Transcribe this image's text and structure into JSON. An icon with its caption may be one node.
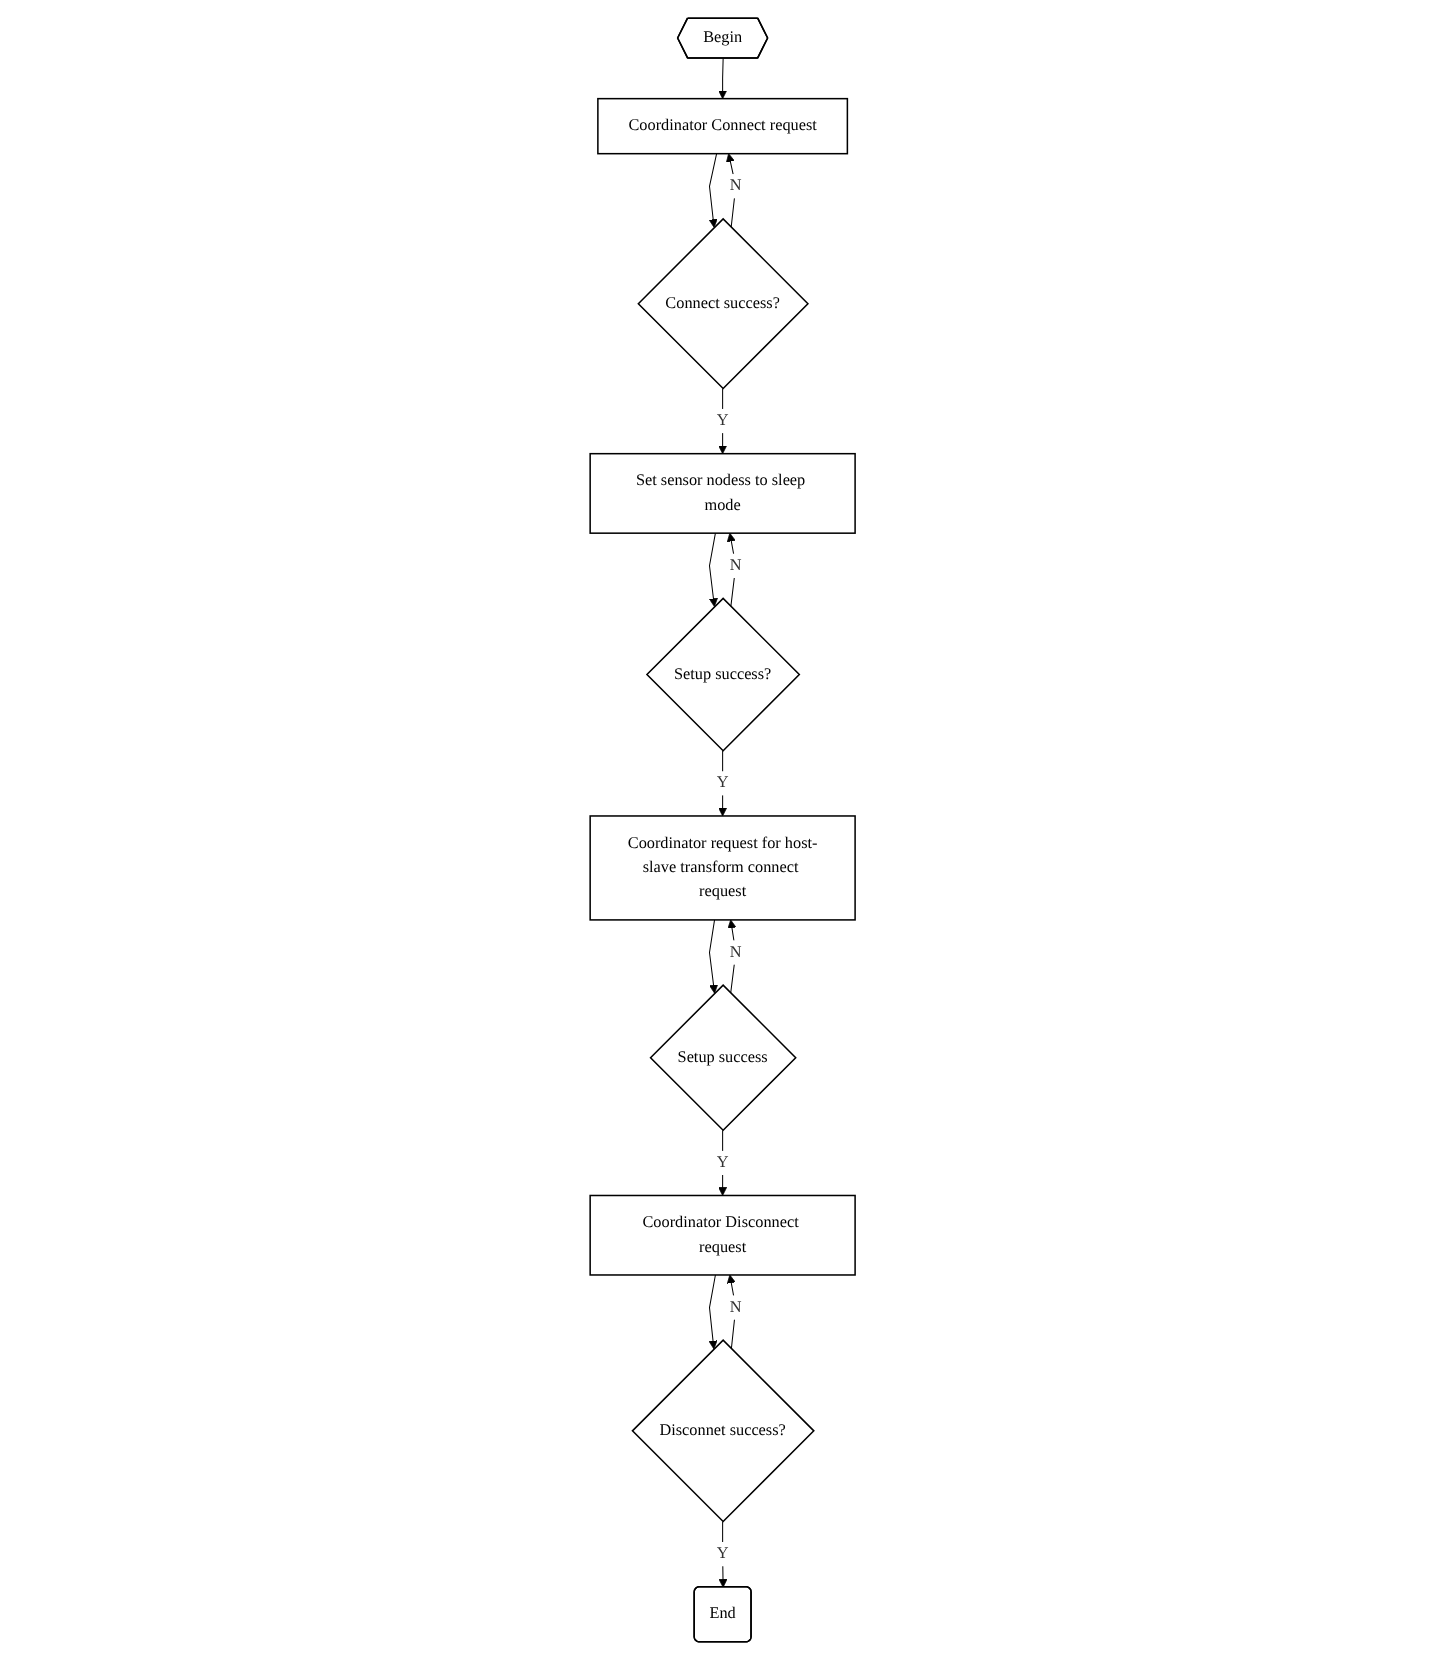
{
  "diagram": {
    "nodes": [
      {
        "text": [
          "Begin"
        ]
      },
      {
        "text": [
          "Coordinator Connect request"
        ]
      },
      {
        "text": [
          "Connect success?"
        ]
      },
      {
        "text": [
          "Set sensor nodess to sleep mode"
        ]
      },
      {
        "text": [
          "Setup success?"
        ]
      },
      {
        "text": [
          "Coordinator request for host-slave transform connect request"
        ]
      },
      {
        "text": [
          "Setup success"
        ]
      },
      {
        "text": [
          "Coordinator Disconnect request"
        ]
      },
      {
        "text": [
          "Disconnet success?"
        ]
      },
      {
        "text": [
          "End"
        ]
      }
    ],
    "edges": [
      {
        "from": 0,
        "to": 1,
        "arrow": "to"
      },
      {
        "from": 1,
        "to": 2,
        "arrow": "to"
      },
      {
        "from": 2,
        "to": 1,
        "label": "N",
        "arrow": "to"
      },
      {
        "from": 2,
        "to": 3,
        "label": "Y",
        "arrow": "to"
      },
      {
        "from": 3,
        "to": 4,
        "arrow": "to"
      },
      {
        "from": 4,
        "to": 3,
        "label": "N",
        "arrow": "to"
      },
      {
        "from": 4,
        "to": 5,
        "label": "Y",
        "arrow": "to"
      },
      {
        "from": 5,
        "to": 6,
        "arrow": "to"
      },
      {
        "from": 6,
        "to": 5,
        "label": "N",
        "arrow": "to"
      },
      {
        "from": 6,
        "to": 7,
        "label": "Y",
        "arrow": "to"
      },
      {
        "from": 7,
        "to": 8,
        "arrow": "to"
      },
      {
        "from": 8,
        "to": 7,
        "label": "N",
        "arrow": "to"
      },
      {
        "from": 8,
        "to": 9,
        "label": "Y",
        "arrow": "to"
      }
    ]
  }
}
